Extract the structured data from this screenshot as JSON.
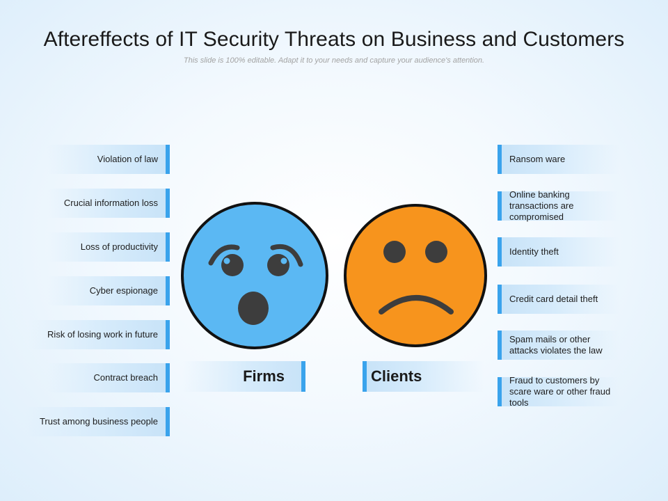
{
  "title": "Aftereffects of IT Security Threats on Business and Customers",
  "subtitle": "This slide is 100% editable. Adapt it to your needs and capture your audience's attention.",
  "colors": {
    "accent_blue": "#3aa3ec",
    "firms_face": "#5bb8f3",
    "clients_face": "#f7941d",
    "face_feature": "#3d3d3d",
    "outline": "#111111"
  },
  "firms": {
    "label": "Firms",
    "face_icon": "surprised-face-icon",
    "items": [
      "Violation of law",
      "Crucial information loss",
      "Loss of productivity",
      "Cyber espionage",
      "Risk of losing work in future",
      "Contract breach",
      "Trust among business people"
    ]
  },
  "clients": {
    "label": "Clients",
    "face_icon": "sad-face-icon",
    "items": [
      "Ransom ware",
      "Online banking transactions are compromised",
      "Identity theft",
      "Credit card detail theft",
      "Spam mails or other attacks violates the law",
      "Fraud to customers by scare ware or other fraud tools"
    ]
  }
}
